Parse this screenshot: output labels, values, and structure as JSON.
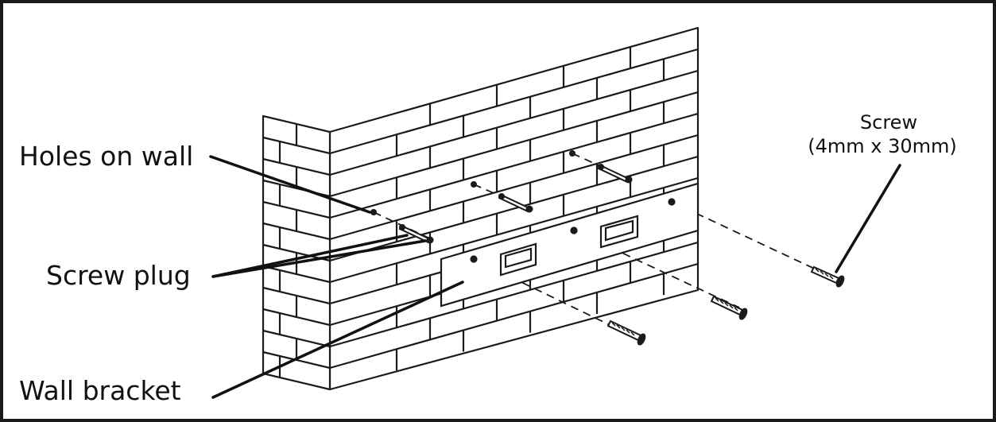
{
  "labels": {
    "holes": "Holes on wall",
    "plug": "Screw plug",
    "bracket": "Wall bracket",
    "screw": "Screw",
    "screw_size": "(4mm x 30mm)"
  },
  "colors": {
    "ink": "#111111",
    "background": "#ffffff",
    "frame": "#1a1a1a"
  }
}
